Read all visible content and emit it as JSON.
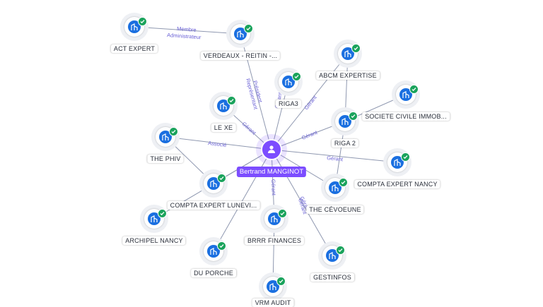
{
  "center": {
    "name": "Bertrand MANGINOT",
    "icon": "person-icon",
    "color": "#7c4dff"
  },
  "companies": [
    {
      "name": "ACT EXPERT",
      "icon": "building-icon",
      "status": "check-icon"
    },
    {
      "name": "VERDEAUX - REITIN -...",
      "icon": "building-icon",
      "status": "check-icon"
    },
    {
      "name": "ABCM EXPERTISE",
      "icon": "building-icon",
      "status": "check-icon"
    },
    {
      "name": "RIGA3",
      "icon": "building-icon",
      "status": "check-icon"
    },
    {
      "name": "LE XE",
      "icon": "building-icon",
      "status": "check-icon"
    },
    {
      "name": "SOCIETE CIVILE IMMOB...",
      "icon": "building-icon",
      "status": "check-icon"
    },
    {
      "name": "RIGA 2",
      "icon": "building-icon",
      "status": "check-icon"
    },
    {
      "name": "THE PHIV",
      "icon": "building-icon",
      "status": "check-icon"
    },
    {
      "name": "COMPTA EXPERT NANCY",
      "icon": "building-icon",
      "status": "check-icon"
    },
    {
      "name": "COMPTA EXPERT LUNEVI...",
      "icon": "building-icon",
      "status": "check-icon"
    },
    {
      "name": "THE CÉVOEUNE",
      "icon": "building-icon",
      "status": "check-icon"
    },
    {
      "name": "ARCHIPEL NANCY",
      "icon": "building-icon",
      "status": "check-icon"
    },
    {
      "name": "BRRR FINANCES",
      "icon": "building-icon",
      "status": "check-icon"
    },
    {
      "name": "DU PORCHE",
      "icon": "building-icon",
      "status": "check-icon"
    },
    {
      "name": "GESTINFOS",
      "icon": "building-icon",
      "status": "check-icon"
    },
    {
      "name": "VRM AUDIT",
      "icon": "building-icon",
      "status": "check-icon"
    }
  ],
  "edge_labels": [
    "Membre",
    "Administrateur",
    "Président",
    "Représentant",
    "Gérant",
    "Gérant",
    "Gérant",
    "Gérant",
    "Associé",
    "Gérant",
    "Gérant",
    "Gérant",
    "Gérant"
  ],
  "colors": {
    "entity": "#1a6fe0",
    "verified": "#1aa35c",
    "edge": "#8f98b0",
    "edge_label": "#6b62d6"
  }
}
